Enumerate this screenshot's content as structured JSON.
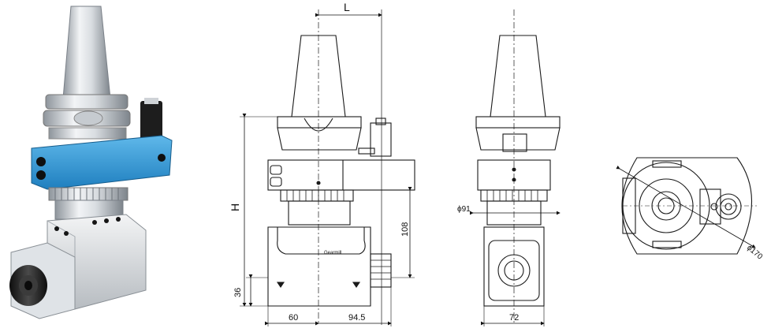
{
  "dimensions": {
    "L": "L",
    "H": "H",
    "h108": "108",
    "h36": "36",
    "w60": "60",
    "w94_5": "94.5",
    "d91": "ϕ91",
    "w72": "72",
    "d170": "ϕ170"
  },
  "labels": {
    "brand": "Gearmill"
  },
  "colors": {
    "line": "#1a1a1a",
    "steel_light": "#e8ebee",
    "steel_dark": "#8e959c",
    "ring_blue": "#2d9ad6",
    "collet_black": "#1c1c1c"
  }
}
